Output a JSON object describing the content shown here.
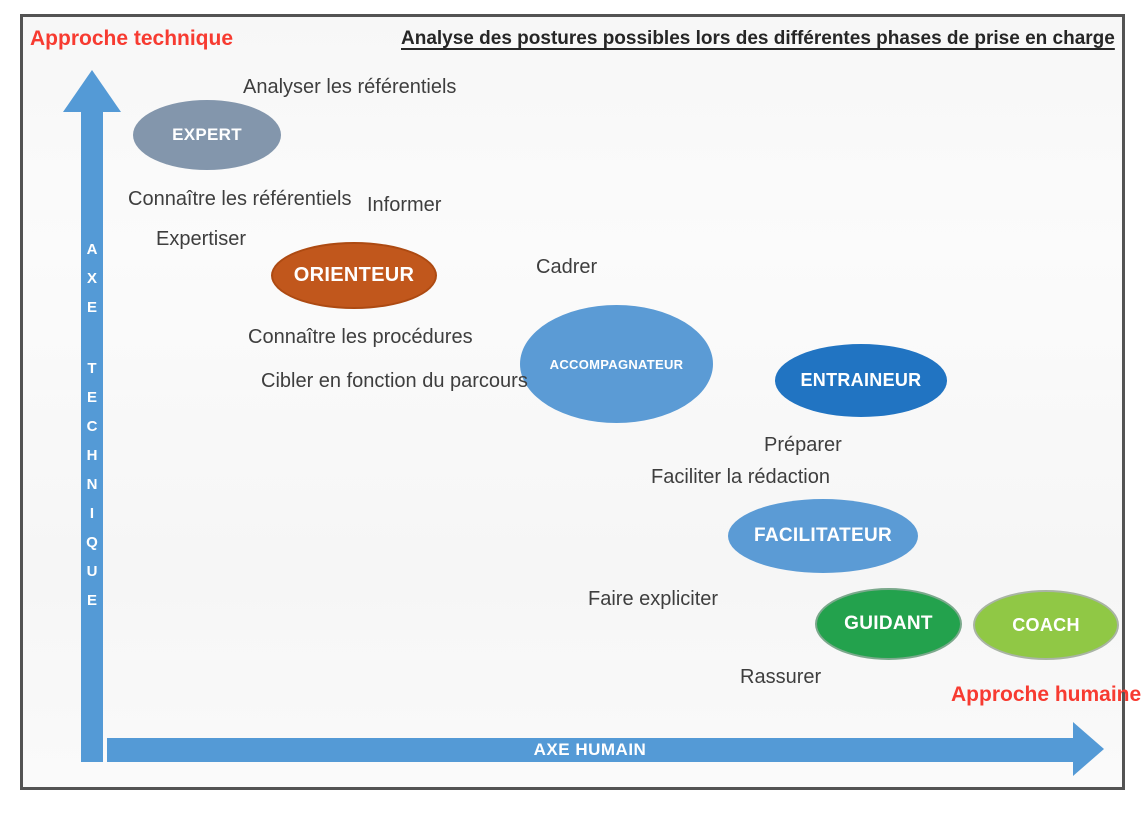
{
  "title": "Analyse des postures possibles lors des différentes phases de prise en charge",
  "axes": {
    "vertical": {
      "name": "AXE TECHNIQUE",
      "letters": [
        "A",
        "X",
        "E",
        "T",
        "E",
        "C",
        "H",
        "N",
        "I",
        "Q",
        "U",
        "E"
      ],
      "approach_label": "Approche technique",
      "color": "#549ad6"
    },
    "horizontal": {
      "label": "AXE HUMAIN",
      "approach_label": "Approche humaine",
      "color": "#549ad6"
    }
  },
  "accent_colors": {
    "red_label": "#f73b31",
    "annotation_text": "#3e3e3e",
    "frame_border": "#535353"
  },
  "postures": [
    {
      "name": "EXPERT",
      "color": "#8396ac"
    },
    {
      "name": "ORIENTEUR",
      "color": "#c1571c"
    },
    {
      "name": "ACCOMPAGNATEUR",
      "color": "#5b9bd5"
    },
    {
      "name": "ENTRAINEUR",
      "color": "#2174c2"
    },
    {
      "name": "FACILITATEUR",
      "color": "#5b9bd5"
    },
    {
      "name": "GUIDANT",
      "color": "#23a24d"
    },
    {
      "name": "COACH",
      "color": "#90c845"
    }
  ],
  "annotations": [
    {
      "text": "Analyser les référentiels"
    },
    {
      "text": "Connaître les référentiels"
    },
    {
      "text": "Informer"
    },
    {
      "text": "Expertiser"
    },
    {
      "text": "Cadrer"
    },
    {
      "text": "Connaître les procédures"
    },
    {
      "text": "Cibler en fonction du parcours"
    },
    {
      "text": "Préparer"
    },
    {
      "text": "Faciliter la rédaction"
    },
    {
      "text": "Faire expliciter"
    },
    {
      "text": "Rassurer"
    }
  ]
}
